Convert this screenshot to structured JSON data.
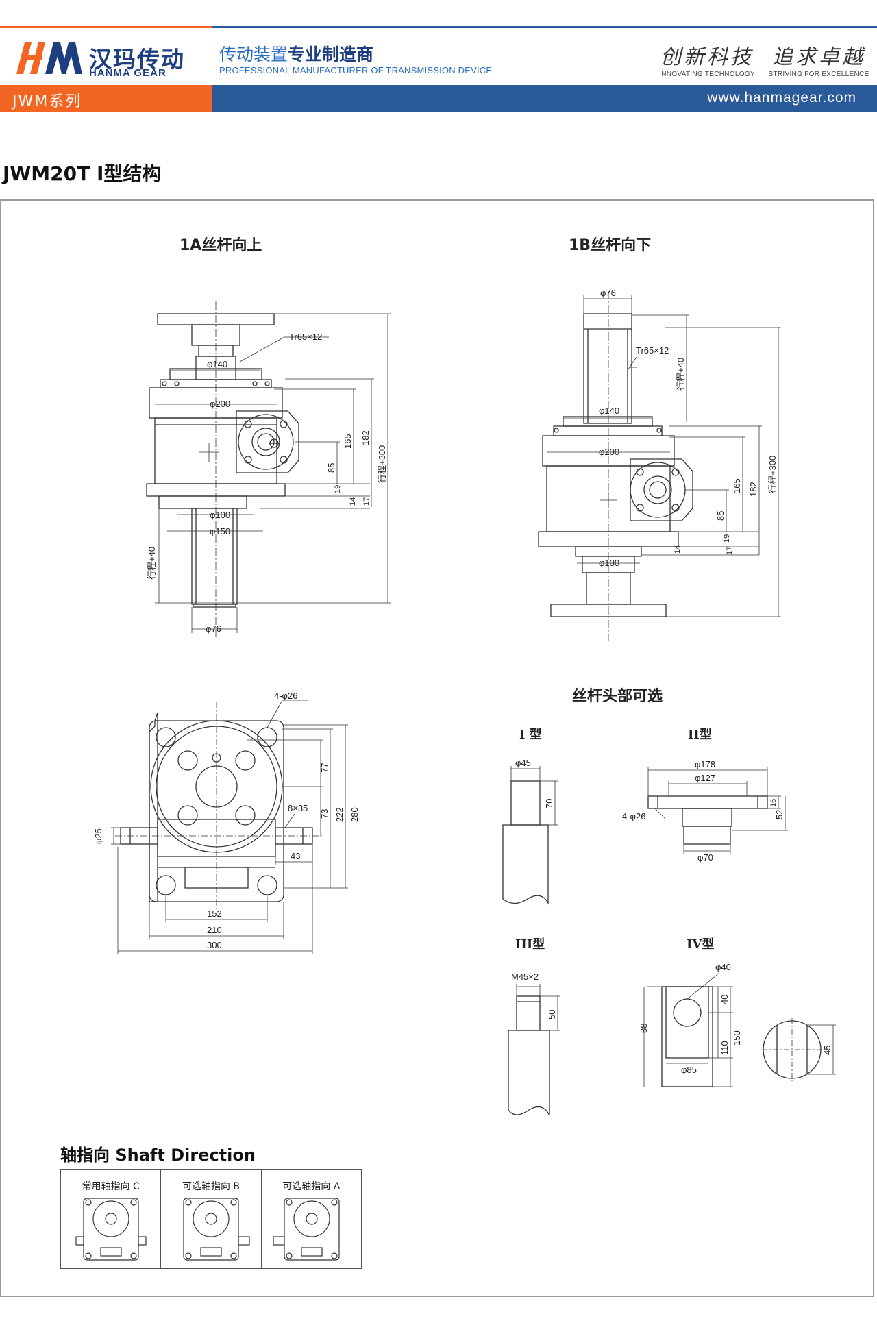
{
  "header": {
    "logo_cn": "汉玛传动",
    "logo_en": "HANMA GEAR",
    "slogan_cn_light": "传动装置",
    "slogan_cn_bold": "专业制造商",
    "slogan_en": "PROFESSIONAL MANUFACTURER OF TRANSMISSION DEVICE",
    "motto1_cn": "创新科技",
    "motto1_en": "INNOVATING TECHNOLOGY",
    "motto2_cn": "追求卓越",
    "motto2_en": "STRIVING FOR EXCELLENCE",
    "series": "JWM系列",
    "website": "www.hanmagear.com",
    "colors": {
      "orange": "#f26522",
      "blue": "#2a5a9a",
      "navy": "#1d3f7f"
    }
  },
  "page_title": "JWM20T I型结构",
  "drawing": {
    "view_1a": {
      "title": "1A丝杆向上",
      "dims": [
        "Tr65×12",
        "φ140",
        "φ200",
        "φ100",
        "φ150",
        "φ76",
        "165",
        "182",
        "行程+300",
        "85",
        "19",
        "14",
        "17",
        "行程+40"
      ]
    },
    "view_1b": {
      "title": "1B丝杆向下",
      "dims": [
        "φ76",
        "Tr65×12",
        "行程+40",
        "φ140",
        "φ200",
        "φ100",
        "165",
        "182",
        "行程+300",
        "85",
        "19",
        "14",
        "17"
      ]
    },
    "view_top": {
      "dims": [
        "4-φ26",
        "77",
        "73",
        "222",
        "280",
        "8×35",
        "43",
        "φ25",
        "152",
        "210",
        "300"
      ]
    },
    "options": {
      "title": "丝杆头部可选",
      "type1": {
        "title": "I 型",
        "dims": [
          "φ45",
          "70"
        ]
      },
      "type2": {
        "title": "II型",
        "dims": [
          "φ178",
          "φ127",
          "16",
          "52",
          "4-φ26",
          "φ70"
        ]
      },
      "type3": {
        "title": "III型",
        "dims": [
          "M45×2",
          "50"
        ]
      },
      "type4": {
        "title": "IV型",
        "dims": [
          "φ40",
          "40",
          "88",
          "110",
          "150",
          "φ85",
          "45"
        ]
      }
    }
  },
  "shaft_direction": {
    "title": "轴指向 Shaft Direction",
    "cells": [
      {
        "label": "常用轴指向 C"
      },
      {
        "label": "可选轴指向 B"
      },
      {
        "label": "可选轴指向 A"
      }
    ]
  }
}
